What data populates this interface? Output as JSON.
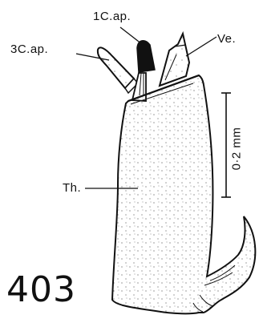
{
  "figure": {
    "number": "403",
    "labels": {
      "first_capitulum_apodeme": "1C.ap.",
      "vesica": "Ve.",
      "third_capitulum_apodeme": "3C.ap.",
      "theca": "Th."
    },
    "scale_bar": {
      "text": "0·2 mm",
      "length_mm": 0.2
    }
  },
  "colors": {
    "ink": "#111111",
    "paper": "#ffffff"
  }
}
